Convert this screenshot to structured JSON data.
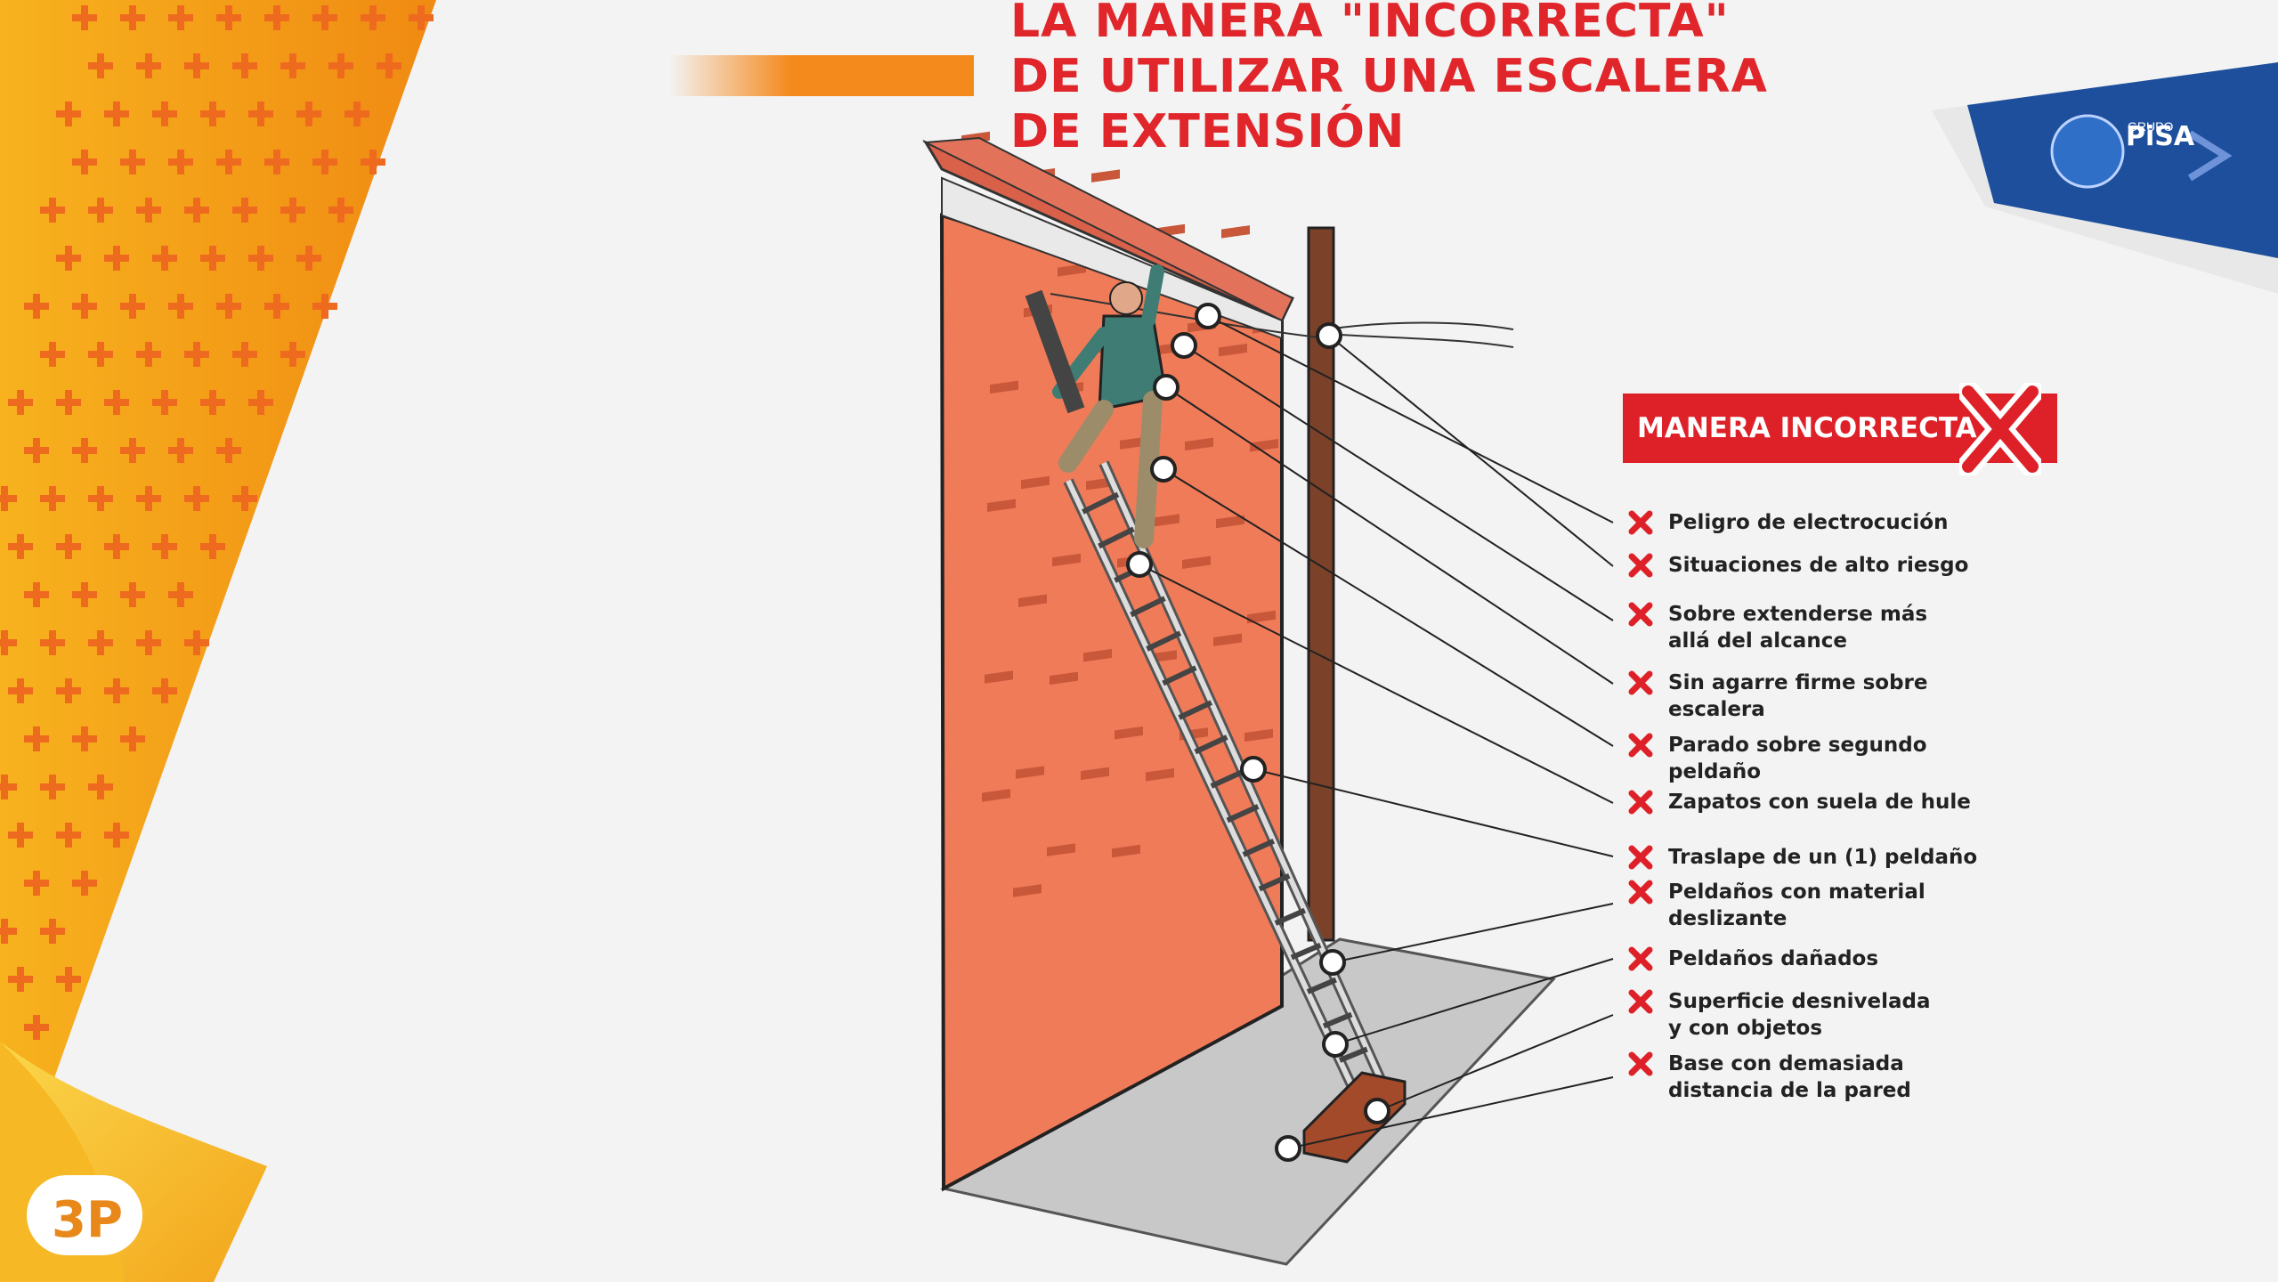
{
  "title": {
    "line1": "LA MANERA \"INCORRECTA\"",
    "line2": "DE UTILIZAR UNA ESCALERA",
    "line3": "DE EXTENSIÓN"
  },
  "banner": {
    "label": "MANERA INCORRECTA"
  },
  "warnings": [
    "Peligro de electrocución",
    "Situaciones de alto riesgo",
    "Sobre extenderse más allá del alcance",
    "Sin agarre firme sobre escalera",
    "Parado sobre segundo peldaño",
    "Zapatos con suela de hule",
    "Traslape de un (1) peldaño",
    "Peldaños con material deslizante",
    "Peldaños dañados",
    "Superficie desnivelada y con objetos",
    "Base con demasiada distancia de la pared"
  ],
  "logos": {
    "grupo": "GRUPO",
    "pisa": "PiSA",
    "threep": "3P"
  },
  "colors": {
    "accent_red": "#de2128",
    "orange": "#f39a1a",
    "brick": "#f07b58",
    "pole": "#7b4129",
    "blue": "#1d4f9c"
  }
}
